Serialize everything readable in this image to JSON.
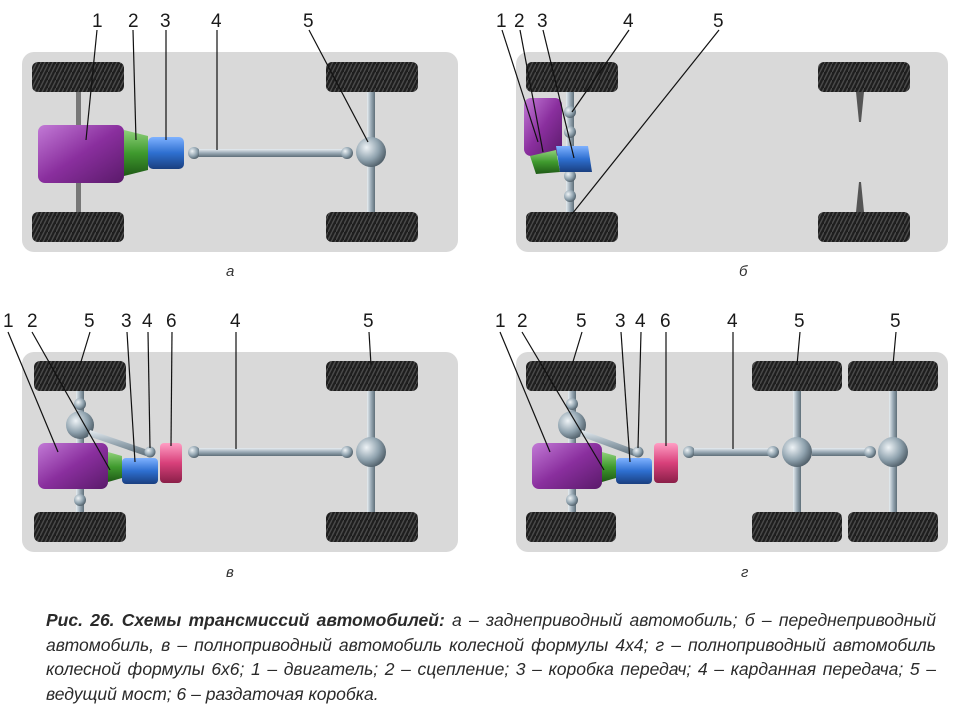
{
  "panels": [
    {
      "id": "a",
      "letter": "а",
      "numbers": [
        "1",
        "2",
        "3",
        "4",
        "5"
      ]
    },
    {
      "id": "b",
      "letter": "б",
      "numbers": [
        "1",
        "2",
        "3",
        "4",
        "5"
      ]
    },
    {
      "id": "v",
      "letter": "в",
      "numbers": [
        "1",
        "2",
        "5",
        "3",
        "4",
        "6",
        "4",
        "5"
      ]
    },
    {
      "id": "g",
      "letter": "г",
      "numbers": [
        "1",
        "2",
        "5",
        "3",
        "4",
        "6",
        "4",
        "5",
        "5"
      ]
    }
  ],
  "caption": {
    "lead": "Рис. 26. Схемы трансмиссий автомобилей:",
    "text": " а – заднеприводный автомобиль; б – переднеприводный автомобиль, в – полноприводный автомобиль колесной формулы 4x4; г – полноприводный автомобиль колесной формулы 6x6; 1 – двигатель; 2 – сцепление; 3 – коробка передач; 4 – карданная передача; 5 – ведущий мост; 6 – раздаточая коробка."
  },
  "colors": {
    "engine": "#8a2f9e",
    "clutch": "#3f9a2e",
    "gearbox": "#2e6fd0",
    "transfer_case": "#d8407a",
    "shaft": "#aab8c2",
    "chassis": "#dcdcdc"
  }
}
